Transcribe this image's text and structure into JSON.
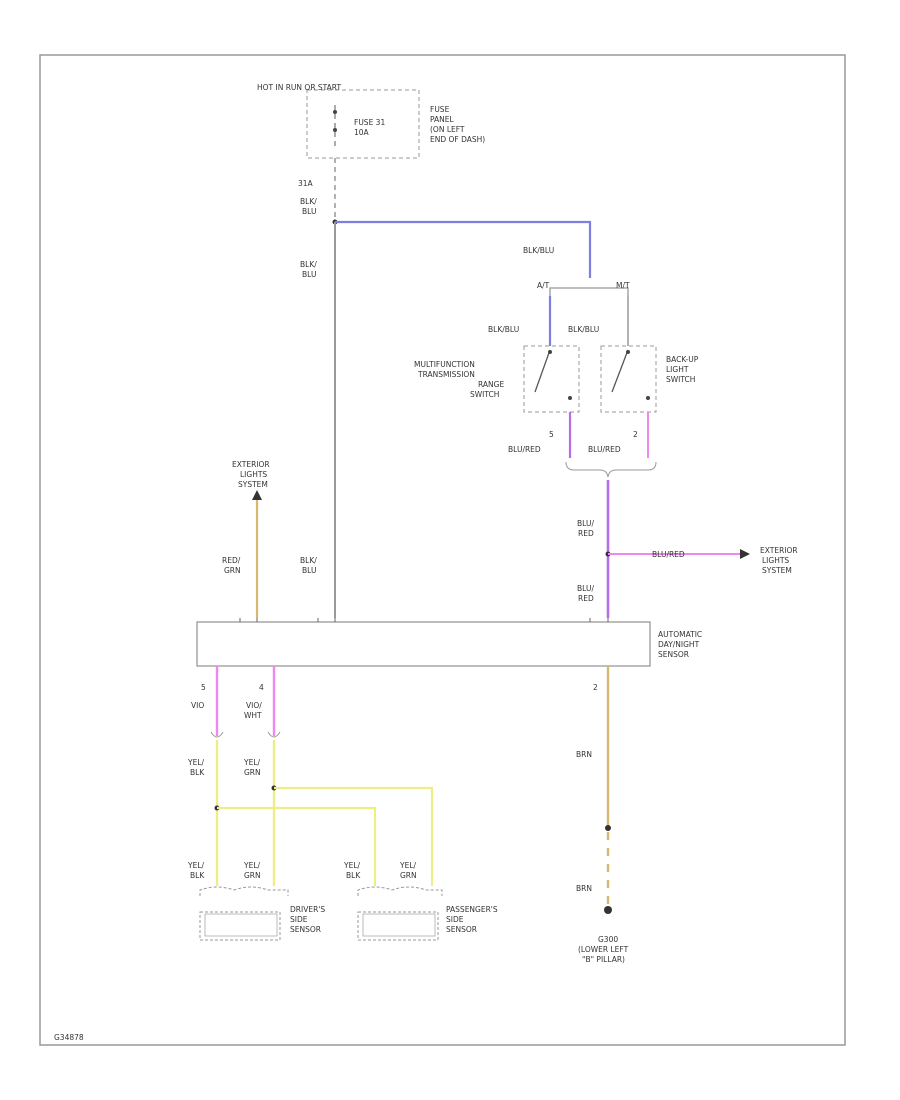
{
  "diagram": {
    "fuse_panel": {
      "hot_label": "HOT IN RUN OR START",
      "fuse_label": [
        "FUSE 31",
        "10A"
      ],
      "panel_label": [
        "FUSE",
        "PANEL",
        "(ON LEFT",
        "END OF DASH)"
      ],
      "pin": "31A"
    },
    "wires": {
      "blk_blu_top": [
        "BLK/",
        "BLU"
      ],
      "blk_blu_mid": [
        "BLK/",
        "BLU"
      ],
      "blk_blu_low": [
        "BLK/",
        "BLU"
      ],
      "blk_blu_branch": "BLK/BLU",
      "blk_blu_at": "BLK/BLU",
      "blk_blu_mt": "BLK/BLU",
      "blu_red_at": "BLU/RED",
      "blu_red_mt": "BLU/RED",
      "blu_red_mid": [
        "BLU/",
        "RED"
      ],
      "blu_red_low": [
        "BLU/",
        "RED"
      ],
      "blu_red_ext": "BLU/RED",
      "red_grn": [
        "RED/",
        "GRN"
      ],
      "vio": "VIO",
      "vio_wht": [
        "VIO/",
        "WHT"
      ],
      "yel_blk": [
        "YEL/",
        "BLK"
      ],
      "yel_grn": [
        "YEL/",
        "GRN"
      ],
      "brn_top": "BRN",
      "brn_bot": "BRN",
      "yel_blk_d": [
        "YEL/",
        "BLK"
      ],
      "yel_grn_d": [
        "YEL/",
        "GRN"
      ],
      "yel_blk_p": [
        "YEL/",
        "BLK"
      ],
      "yel_grn_p": [
        "YEL/",
        "GRN"
      ]
    },
    "at_label": "A/T",
    "mt_label": "M/T",
    "mftr_switch": [
      "MULTIFUNCTION",
      "TRANSMISSION",
      "RANGE",
      "SWITCH"
    ],
    "backup_switch": [
      "BACK-UP",
      "LIGHT",
      "SWITCH"
    ],
    "switch_pins": {
      "at_bottom": "5",
      "mt_bottom": "2"
    },
    "exterior_left": [
      "EXTERIOR",
      "LIGHTS",
      "SYSTEM"
    ],
    "exterior_right": [
      "EXTERIOR",
      "LIGHTS",
      "SYSTEM"
    ],
    "module_label": [
      "AUTOMATIC",
      "DAY/NIGHT",
      "SENSOR"
    ],
    "module_pins": {
      "p5": "5",
      "p4": "4",
      "p2": "2"
    },
    "driver_sensor": [
      "DRIVER'S",
      "SIDE",
      "SENSOR"
    ],
    "passenger_sensor": [
      "PASSENGER'S",
      "SIDE",
      "SENSOR"
    ],
    "ground_label": [
      "G300",
      "(LOWER LEFT",
      "\"B\" PILLAR)"
    ],
    "footer_code": "G34878",
    "colors": {
      "blu": "#7f7fe0",
      "vio": "#b66ee8",
      "pink": "#ee88ee",
      "yel": "#eeee88",
      "brn": "#d8b770",
      "gray": "#999999"
    }
  }
}
